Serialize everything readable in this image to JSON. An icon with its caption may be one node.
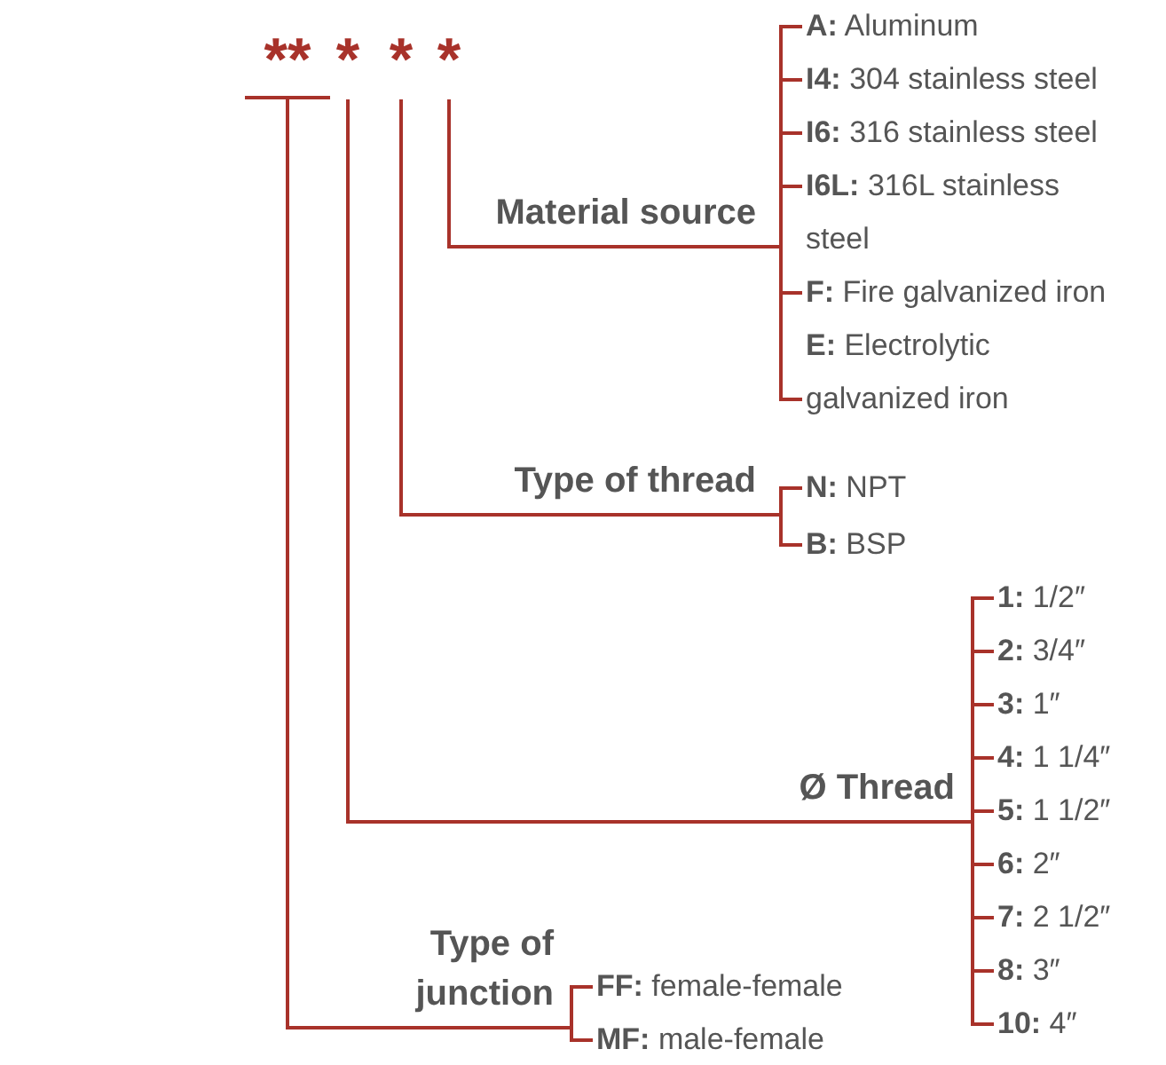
{
  "diagram": {
    "nodes": [
      {
        "text": [
          "**"
        ]
      },
      {
        "text": [
          "*"
        ]
      },
      {
        "text": [
          "*"
        ]
      },
      {
        "text": [
          "*"
        ]
      },
      {
        "text": [
          "Material source"
        ]
      },
      {
        "text": [
          "Type of thread"
        ]
      },
      {
        "text": [
          "Ø Thread"
        ]
      },
      {
        "text": [
          "Type of junction"
        ]
      },
      {
        "text": [
          "**A:** Aluminum"
        ]
      },
      {
        "text": [
          "**I4:** 304 stainless steel"
        ]
      },
      {
        "text": [
          "**I6:** 316 stainless steel"
        ]
      },
      {
        "text": [
          "**I6L:** 316L stainless steel"
        ]
      },
      {
        "text": [
          "**F:** Fire galvanized iron"
        ]
      },
      {
        "text": [
          "**E:** Electrolytic galvanized iron"
        ]
      },
      {
        "text": [
          "**N:** NPT"
        ]
      },
      {
        "text": [
          "**B:** BSP"
        ]
      },
      {
        "text": [
          "**1:** 1/2″"
        ]
      },
      {
        "text": [
          "**2:** 3/4″"
        ]
      },
      {
        "text": [
          "**3:** 1″"
        ]
      },
      {
        "text": [
          "**4:** 1 1/4″"
        ]
      },
      {
        "text": [
          "**5:** 1 1/2″"
        ]
      },
      {
        "text": [
          "**6:** 2″"
        ]
      },
      {
        "text": [
          "**7:** 2 1/2″"
        ]
      },
      {
        "text": [
          "**8:** 3″"
        ]
      },
      {
        "text": [
          "**10:** 4″"
        ]
      },
      {
        "text": [
          "**FF:** female-female"
        ]
      },
      {
        "text": [
          "**MF:** male-female"
        ]
      }
    ],
    "edges": [
      {
        "from": 3,
        "to": 4,
        "arrow": "none"
      },
      {
        "from": 2,
        "to": 5,
        "arrow": "none"
      },
      {
        "from": 1,
        "to": 6,
        "arrow": "none"
      },
      {
        "from": 0,
        "to": 7,
        "arrow": "none"
      },
      {
        "from": 4,
        "to": 8,
        "arrow": "none"
      },
      {
        "from": 4,
        "to": 9,
        "arrow": "none"
      },
      {
        "from": 4,
        "to": 10,
        "arrow": "none"
      },
      {
        "from": 4,
        "to": 11,
        "arrow": "none"
      },
      {
        "from": 4,
        "to": 12,
        "arrow": "none"
      },
      {
        "from": 4,
        "to": 13,
        "arrow": "none"
      },
      {
        "from": 5,
        "to": 14,
        "arrow": "none"
      },
      {
        "from": 5,
        "to": 15,
        "arrow": "none"
      },
      {
        "from": 6,
        "to": 16,
        "arrow": "none"
      },
      {
        "from": 6,
        "to": 17,
        "arrow": "none"
      },
      {
        "from": 6,
        "to": 18,
        "arrow": "none"
      },
      {
        "from": 6,
        "to": 19,
        "arrow": "none"
      },
      {
        "from": 6,
        "to": 20,
        "arrow": "none"
      },
      {
        "from": 6,
        "to": 21,
        "arrow": "none"
      },
      {
        "from": 6,
        "to": 22,
        "arrow": "none"
      },
      {
        "from": 6,
        "to": 23,
        "arrow": "none"
      },
      {
        "from": 6,
        "to": 24,
        "arrow": "none"
      },
      {
        "from": 7,
        "to": 25,
        "arrow": "none"
      },
      {
        "from": 7,
        "to": 26,
        "arrow": "none"
      }
    ]
  }
}
